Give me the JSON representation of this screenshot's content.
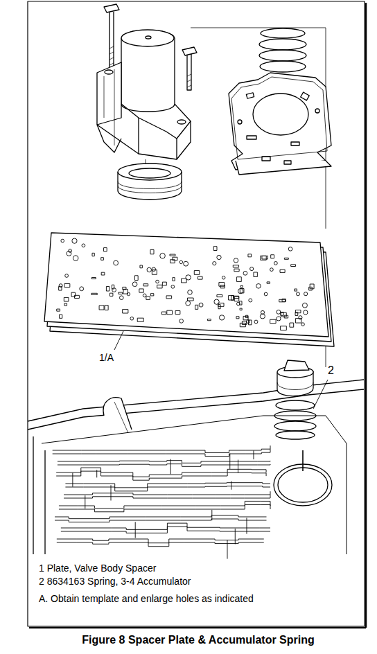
{
  "diagram": {
    "caption": "Figure 8 Spacer Plate & Accumulator Spring",
    "labels": [
      "1/A",
      "2",
      "1 Plate, Valve Body Spacer",
      "2 8634163 Spring, 3-4 Accumulator",
      "A. Obtain template and enlarge holes as indicated"
    ]
  }
}
